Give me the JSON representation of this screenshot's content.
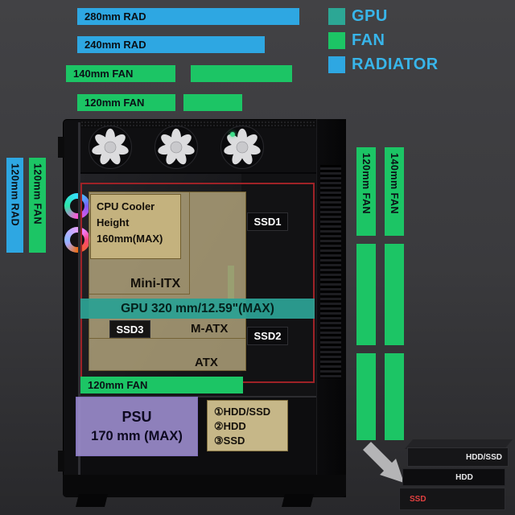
{
  "colors": {
    "gpu": "#2ca795",
    "fan": "#1cc565",
    "radiator": "#2ea7e2",
    "legend_text": "#38b5ea",
    "highlight_outline": "#9e2227",
    "motherboard_overlay": "#cbba8b",
    "psu_overlay": "#a091d4"
  },
  "legend": {
    "items": [
      {
        "label": "GPU",
        "type": "gpu"
      },
      {
        "label": "FAN",
        "type": "fan"
      },
      {
        "label": "RADIATOR",
        "type": "radiator"
      }
    ]
  },
  "top_bars": [
    {
      "label": "280mm RAD",
      "type": "radiator"
    },
    {
      "label": "240mm RAD",
      "type": "radiator"
    },
    {
      "label": "140mm FAN",
      "type": "fan"
    },
    {
      "label": "120mm FAN",
      "type": "fan"
    }
  ],
  "left_bars": [
    {
      "label": "120mm RAD",
      "type": "radiator"
    },
    {
      "label": "120mm FAN",
      "type": "fan"
    }
  ],
  "right_bars": [
    {
      "label": "120mm FAN",
      "type": "fan"
    },
    {
      "label": "140mm FAN",
      "type": "fan"
    }
  ],
  "interior": {
    "cpu_cooler": {
      "line1": "CPU Cooler",
      "line2": "Height",
      "line3": "160mm(MAX)"
    },
    "ssd1": "SSD1",
    "ssd2": "SSD2",
    "ssd3": "SSD3",
    "mini_itx": "Mini-ITX",
    "m_atx": "M-ATX",
    "atx": "ATX",
    "gpu_clearance": "GPU 320 mm/12.59\"(MAX)",
    "bottom_fan": "120mm FAN",
    "psu": {
      "line1": "PSU",
      "line2": "170 mm (MAX)"
    },
    "drive_support": [
      "①HDD/SSD",
      "②HDD",
      "③SSD"
    ]
  },
  "drive_cage": {
    "labels": [
      "HDD/SSD",
      "HDD",
      "SSD"
    ]
  }
}
